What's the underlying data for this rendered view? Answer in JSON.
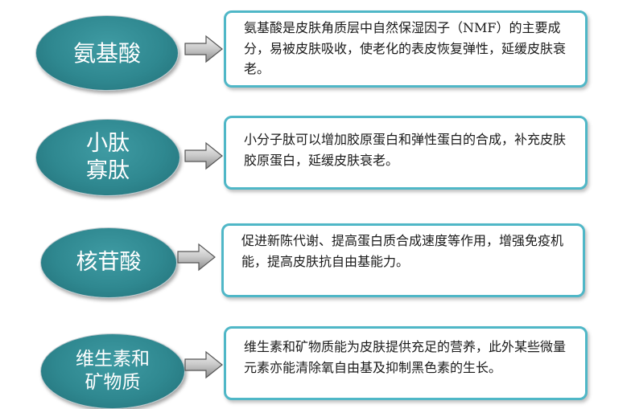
{
  "items": [
    {
      "label": "氨基酸",
      "description": "氨基酸是皮肤角质层中自然保湿因子（NMF）的主要成分，易被皮肤吸收，使老化的表皮恢复弹性，延缓皮肤衰老。"
    },
    {
      "label": "小肽\n寡肽",
      "description": "小分子肽可以增加胶原蛋白和弹性蛋白的合成，补充皮肤胶原蛋白，延缓皮肤衰老。"
    },
    {
      "label": "核苷酸",
      "description": "促进新陈代谢、提高蛋白质合成速度等作用，增强免疫机能，提高皮肤抗自由基能力。"
    },
    {
      "label": "维生素和\n矿物质",
      "description": "维生素和矿物质能为皮肤提供充足的营养，此外某些微量元素亦能清除氧自由基及抑制黑色素的生长。"
    }
  ]
}
